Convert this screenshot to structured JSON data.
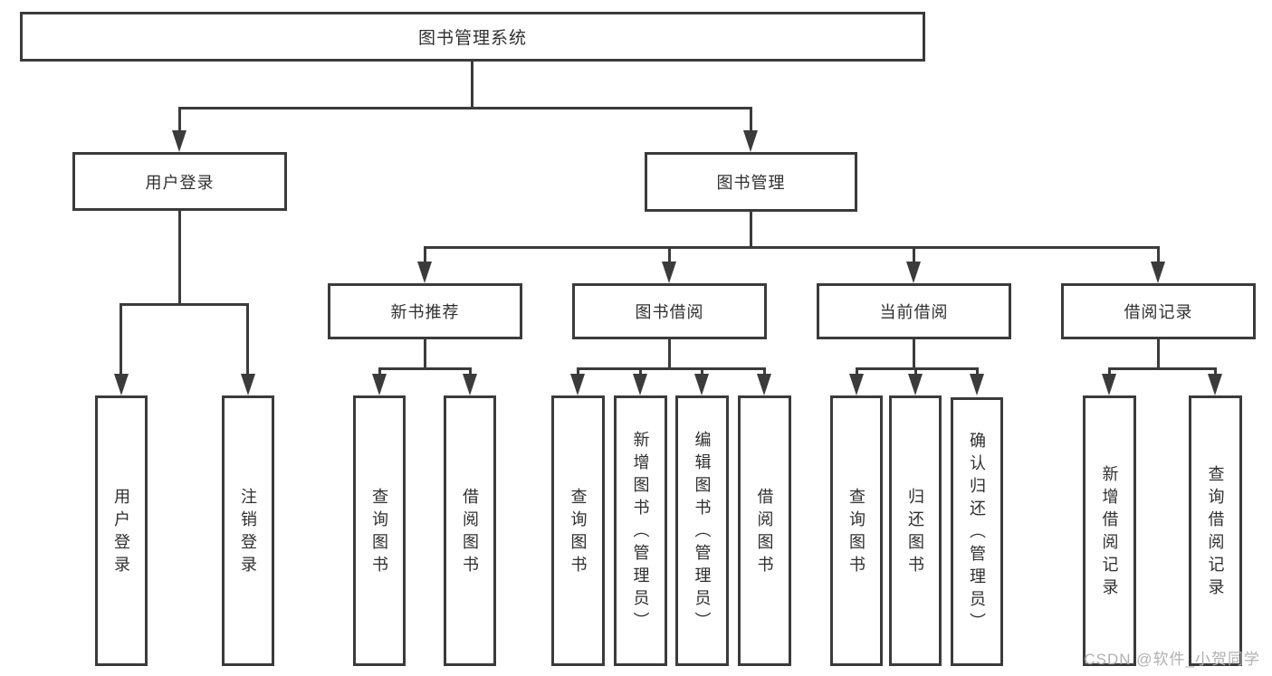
{
  "colors": {
    "line": "#3b3b3b",
    "text": "#2f2f2f",
    "watermark": "#b0b0b0",
    "bg": "#ffffff"
  },
  "watermark": "CSDN @软件_小贺同学",
  "nodes": {
    "root": {
      "label": "图书管理系统"
    },
    "user_login": {
      "label": "用户登录"
    },
    "book_mgmt": {
      "label": "图书管理"
    },
    "new_book_rec": {
      "label": "新书推荐"
    },
    "book_borrow": {
      "label": "图书借阅"
    },
    "current_borrow": {
      "label": "当前借阅"
    },
    "borrow_record": {
      "label": "借阅记录"
    },
    "login_children": [
      {
        "label": "用户登录"
      },
      {
        "label": "注销登录"
      }
    ],
    "new_book_children": [
      {
        "label": "查询图书"
      },
      {
        "label": "借阅图书"
      }
    ],
    "borrow_children": [
      {
        "label": "查询图书"
      },
      {
        "label": "新增图书（管理员）"
      },
      {
        "label": "编辑图书（管理员）"
      },
      {
        "label": "借阅图书"
      }
    ],
    "current_children": [
      {
        "label": "查询图书"
      },
      {
        "label": "归还图书"
      },
      {
        "label": "确认归还（管理员）"
      }
    ],
    "record_children": [
      {
        "label": "新增借阅记录"
      },
      {
        "label": "查询借阅记录"
      }
    ]
  }
}
